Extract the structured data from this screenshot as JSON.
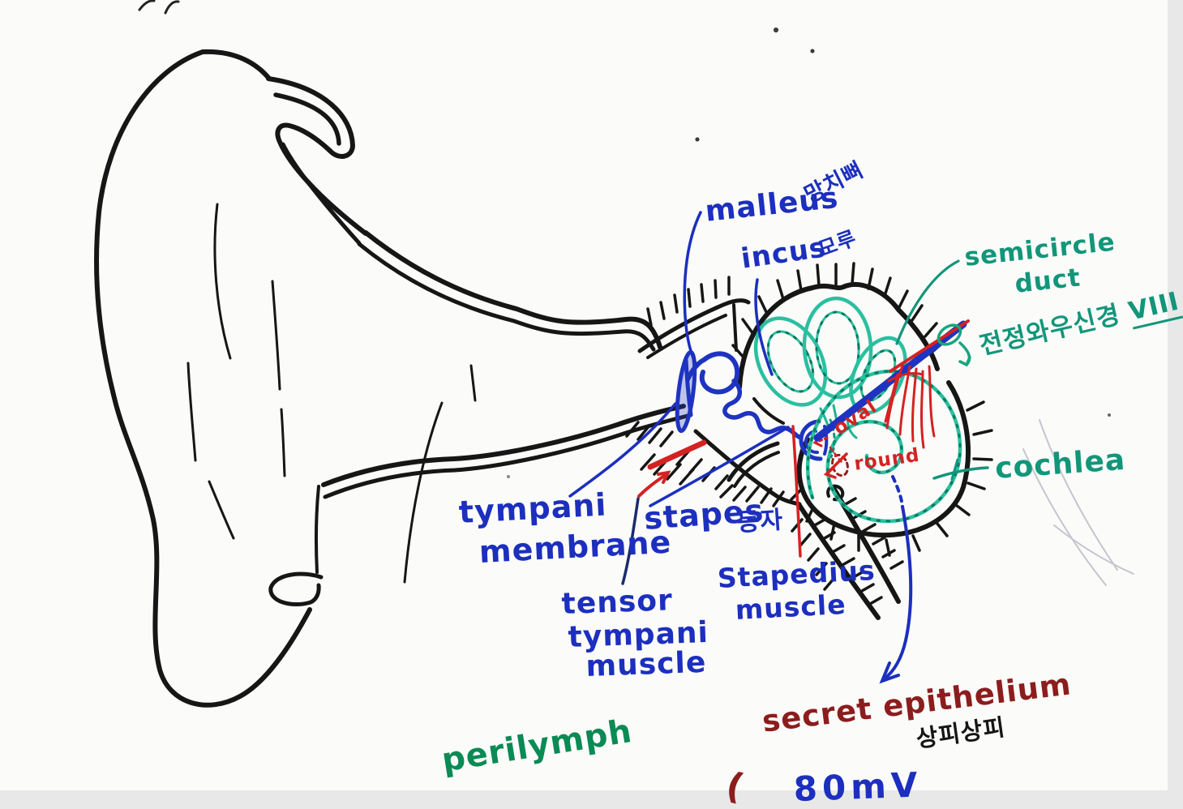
{
  "colors": {
    "blue_ink": "#1c2fbe",
    "teal_ink": "#12967a",
    "turquoise_ink": "#2bbfa0",
    "green_ink": "#0a8a55",
    "red_ink": "#d42222",
    "dark_red_ink": "#8c1d1d",
    "black_ink": "#161616",
    "pencil": "#c5c5cf"
  },
  "labels": {
    "malleus": {
      "en": "malleus",
      "ko": "망치뼈"
    },
    "incus": {
      "en": "incus",
      "ko": "모루"
    },
    "semicircular_duct": {
      "line1": "semicircle",
      "line2": "duct"
    },
    "vestibulocochlear_nerve": {
      "ko": "전정와우신경",
      "numeral": "VIII"
    },
    "tympanic_membrane": {
      "line1": "tympani",
      "line2": "membrane"
    },
    "stapes": {
      "en": "stapes",
      "ko": "등자"
    },
    "tensor_tympani": {
      "line1": "tensor",
      "line2": "tympani",
      "line3": "muscle"
    },
    "stapedius": {
      "line1": "Stapedius",
      "line2": "muscle"
    },
    "cochlea": {
      "en": "cochlea"
    },
    "oval_window": {
      "en": "oval"
    },
    "round_window": {
      "en": "round"
    },
    "secret_epithelium": {
      "en": "secret epithelium",
      "ko": "상피상피"
    },
    "perilymph": {
      "en": "perilymph"
    },
    "partial_note": {
      "paren": "(",
      "text": "80mV"
    }
  }
}
